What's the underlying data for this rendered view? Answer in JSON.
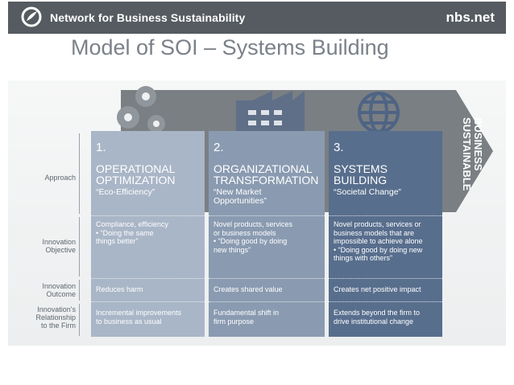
{
  "header": {
    "org_name": "Network for Business Sustainability",
    "site": "nbs.net",
    "title": "Model of SOI – Systems Building"
  },
  "row_labels": {
    "approach": "Approach",
    "objective": [
      "Innovation",
      "Objective"
    ],
    "outcome": [
      "Innovation",
      "Outcome"
    ],
    "relationship": [
      "Innovation's",
      "Relationship",
      "to the Firm"
    ]
  },
  "columns": [
    {
      "num": "1.",
      "heading": [
        "OPERATIONAL",
        "OPTIMIZATION"
      ],
      "subtitle": [
        "“Eco-Efficiency”"
      ],
      "objective": [
        "Compliance, efficiency",
        "• “Doing the same",
        "  things better”"
      ],
      "outcome": "Reduces harm",
      "relationship": [
        "Incremental improvements",
        "to business as usual"
      ]
    },
    {
      "num": "2.",
      "heading": [
        "ORGANIZATIONAL",
        "TRANSFORMATION"
      ],
      "subtitle": [
        "“New Market",
        "Opportunities”"
      ],
      "objective": [
        "Novel products, services",
        "or business models",
        "• “Doing good by doing",
        "  new things”"
      ],
      "outcome": "Creates shared value",
      "relationship": [
        "Fundamental shift in",
        "firm purpose"
      ]
    },
    {
      "num": "3.",
      "heading": [
        "SYSTEMS",
        "BUILDING"
      ],
      "subtitle": [
        "“Societal Change”"
      ],
      "objective": [
        "Novel products, services or",
        "business models that are",
        "impossible to achieve alone",
        "• “Doing good by doing new",
        "  things with others”"
      ],
      "outcome": "Creates net positive impact",
      "relationship": [
        "Extends beyond the firm to",
        "drive institutional change"
      ]
    }
  ],
  "arrow_label": [
    "SUSTAINABLE",
    "BUSINESS"
  ],
  "icons": {
    "logo": "nbs-logo-icon",
    "col1": "gears-icon",
    "col2": "factory-icon",
    "col3": "globe-icon"
  },
  "colors": {
    "banner": "#555b60",
    "col1": "#a9b6c7",
    "col2": "#8a9bb1",
    "col3": "#586e8d",
    "arrow": "#6f7478"
  }
}
